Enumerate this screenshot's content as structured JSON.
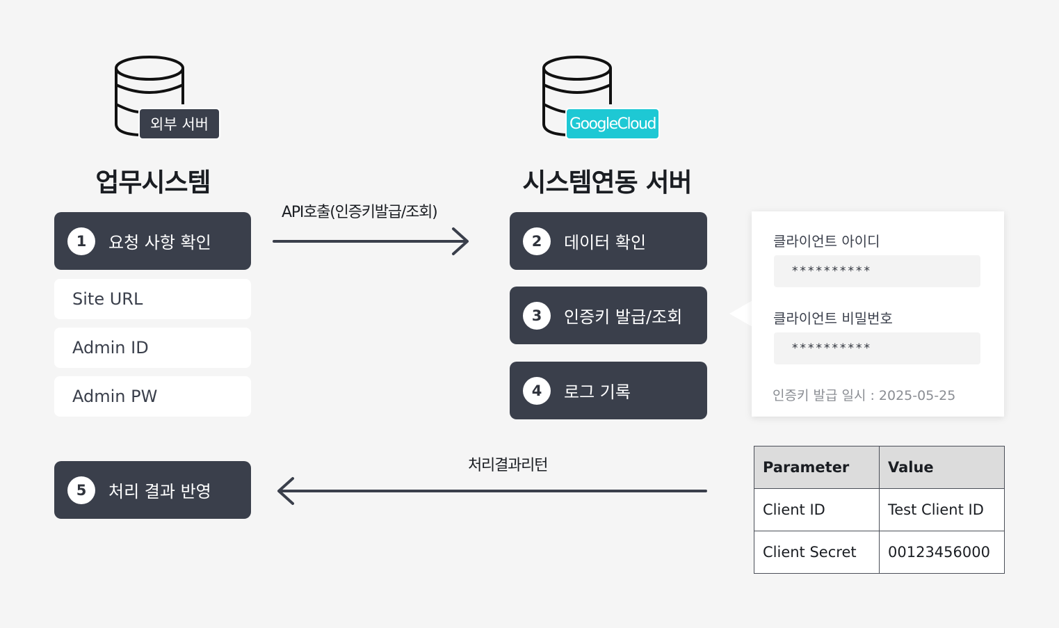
{
  "external_system": {
    "badge": "외부 서버",
    "title": "업무시스템"
  },
  "integration_server": {
    "badge": "GoogleCloud",
    "title": "시스템연동 서버"
  },
  "steps": [
    {
      "num": "1",
      "label": "요청 사항 확인"
    },
    {
      "num": "2",
      "label": "데이터 확인"
    },
    {
      "num": "3",
      "label": "인증키 발급/조회"
    },
    {
      "num": "4",
      "label": "로그 기록"
    },
    {
      "num": "5",
      "label": "처리 결과 반영"
    }
  ],
  "fields": [
    "Site URL",
    "Admin ID",
    "Admin PW"
  ],
  "arrows": {
    "request_label": "API호출(인증키발급/조회)",
    "response_label": "처리결과리턴"
  },
  "credential_card": {
    "client_id_label": "클라이언트 아이디",
    "client_id_value": "**********",
    "client_secret_label": "클라이언트 비밀번호",
    "client_secret_value": "**********",
    "issued_label": "인증키 발급 일시 : 2025-05-25"
  },
  "param_table": {
    "headers": [
      "Parameter",
      "Value"
    ],
    "rows": [
      [
        "Client ID",
        "Test Client ID"
      ],
      [
        "Client Secret",
        "00123456000"
      ]
    ]
  },
  "colors": {
    "step_box": "#3a3f4b",
    "cloud_badge": "#1ec8d4",
    "background": "#f5f5f5",
    "arrow": "#3a3f4b"
  }
}
